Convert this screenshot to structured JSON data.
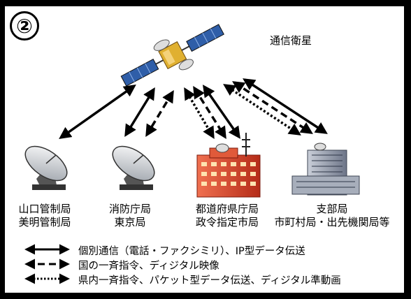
{
  "badge": "②",
  "satellite_label": "通信衛星",
  "stations": [
    {
      "line1": "山口管制局",
      "line2": "美明管制局"
    },
    {
      "line1": "消防庁局",
      "line2": "東京局"
    },
    {
      "line1": "都道府県庁局",
      "line2": "政令指定市局"
    },
    {
      "line1": "支部局",
      "line2": "市町村局・出先機関局等"
    }
  ],
  "legend": [
    {
      "style": "solid",
      "text": "個別通信（電話・ファクシミリ）、IP型データ伝送"
    },
    {
      "style": "dashed",
      "text": "国の一斉指令、ディジタル映像"
    },
    {
      "style": "dotted",
      "text": "県内一斉指令、パケット型データ伝送、ディジタル準動画"
    }
  ],
  "colors": {
    "border": "#000000",
    "building_red": "#d9412b",
    "building_gray": "#8a93a6",
    "satellite_gold": "#e0b030",
    "satellite_panel": "#2f5ea8"
  }
}
